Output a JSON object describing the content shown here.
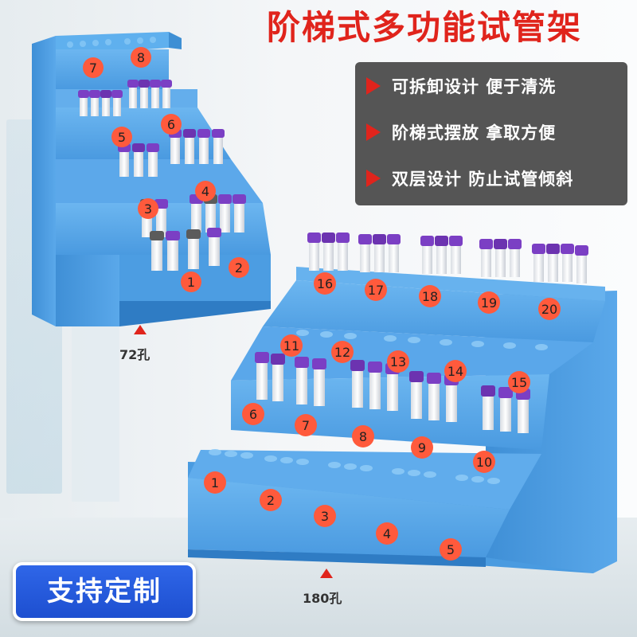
{
  "title": "阶梯式多功能试管架",
  "features": [
    "可拆卸设计  便于清洗",
    "阶梯式摆放  拿取方便",
    "双层设计  防止试管倾斜"
  ],
  "small_rack": {
    "capacity_label": "72孔",
    "slot_numbers": [
      "1",
      "2",
      "3",
      "4",
      "5",
      "6",
      "7",
      "8"
    ]
  },
  "large_rack": {
    "capacity_label": "180孔",
    "slot_numbers": [
      "1",
      "2",
      "3",
      "4",
      "5",
      "6",
      "7",
      "8",
      "9",
      "10",
      "11",
      "12",
      "13",
      "14",
      "15",
      "16",
      "17",
      "18",
      "19",
      "20"
    ]
  },
  "badge": "支持定制",
  "colors": {
    "rack_blue": "#5aa8ea",
    "rack_dark": "#3f8fd6",
    "number_badge": "#ff5a3c",
    "tube_cap": "#7b3fc4",
    "title_red": "#e0241c"
  }
}
